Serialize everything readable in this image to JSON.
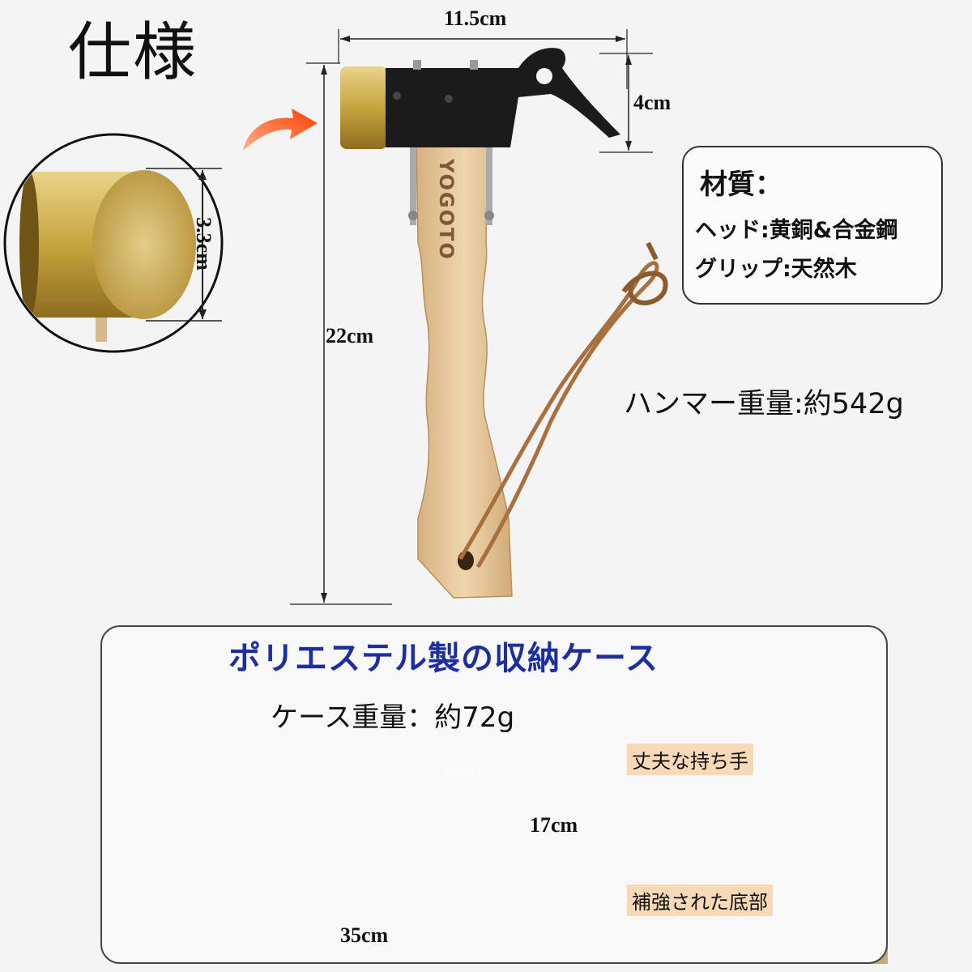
{
  "title": "仕様",
  "dimensions": {
    "head_width": "11.5cm",
    "head_height": "4cm",
    "face_diameter": "3.3cm",
    "total_length": "22cm",
    "case_height": "17cm",
    "case_width": "35cm"
  },
  "materials": {
    "heading": "材質：",
    "head": "ヘッド:黄銅&合金鋼",
    "grip": "グリップ:天然木"
  },
  "hammer_weight": "ハンマー重量:約542g",
  "case": {
    "title": "ポリエステル製の収納ケース",
    "weight": "ケース重量：約72g",
    "brand": "YOGOTO",
    "feature_handle": "丈夫な持ち手",
    "feature_bottom": "補強された底部"
  },
  "hammer_brand": "YOGOTO",
  "colors": {
    "title_blue": "#1d2fa0",
    "brass": "#c9a84a",
    "wood": "#e2c497",
    "case_tan": "#c9a87c",
    "tag_bg": "#f7d9b8",
    "arrow": "#ff5a1a"
  }
}
